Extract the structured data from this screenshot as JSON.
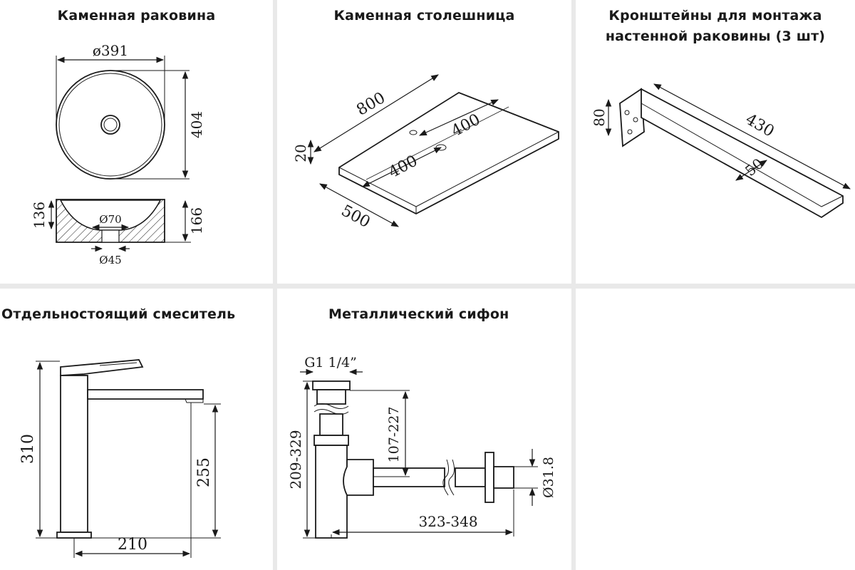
{
  "panels": {
    "sink": {
      "title": "Каменная раковина",
      "dims": {
        "diameter": "ø391",
        "depth": "404",
        "inner_height": "136",
        "outer_height": "166",
        "drain": "Ø70",
        "drain_small": "Ø45"
      }
    },
    "countertop": {
      "title": "Каменная столешница",
      "dims": {
        "length": "800",
        "thickness": "20",
        "half_left": "400",
        "half_right": "400",
        "width": "500"
      }
    },
    "brackets": {
      "title_line1": "Кронштейны для монтажа",
      "title_line2": "настенной раковины (3 шт)",
      "dims": {
        "length": "430",
        "height": "80",
        "width": "50"
      }
    },
    "mixer": {
      "title": "Отдельностоящий смеситель",
      "dims": {
        "height": "310",
        "spout_height": "255",
        "reach": "210"
      }
    },
    "siphon": {
      "title": "Металлический сифон",
      "dims": {
        "thread": "G1 1/4”",
        "height": "209-329",
        "inlet_height": "107-227",
        "length": "323-348",
        "pipe": "Ø31.8"
      }
    }
  },
  "colors": {
    "background": "#e9e9e9",
    "panel": "#ffffff",
    "ink": "#1a1a1a"
  }
}
